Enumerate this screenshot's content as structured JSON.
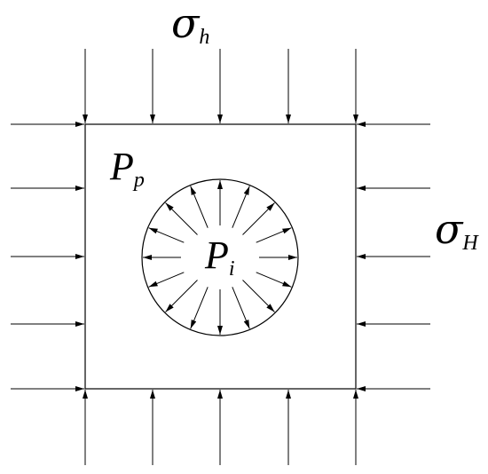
{
  "labels": {
    "sigma_h_main": "σ",
    "sigma_h_sub": "h",
    "sigma_H_main": "σ",
    "sigma_H_sub": "H",
    "p_p_main": "P",
    "p_p_sub": "p",
    "p_i_main": "P",
    "p_i_sub": "i"
  },
  "colors": {
    "stroke": "#000000",
    "background": "#ffffff"
  }
}
